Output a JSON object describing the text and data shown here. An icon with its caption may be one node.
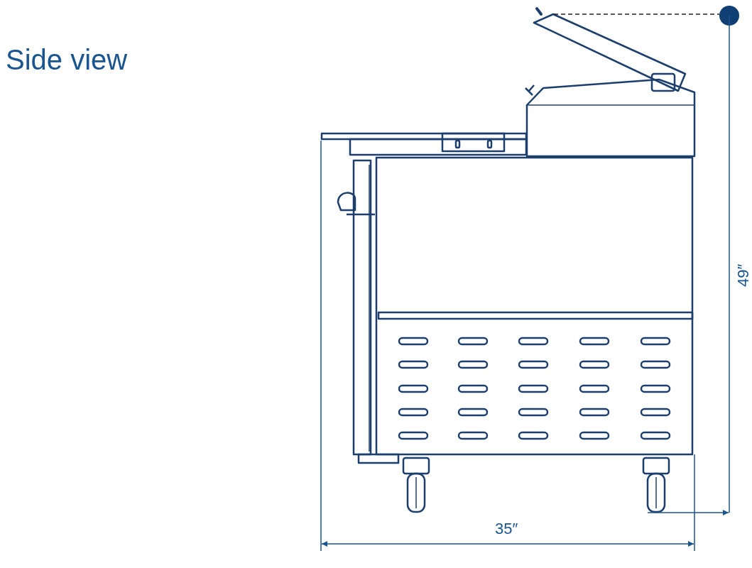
{
  "diagram": {
    "title": "Side view",
    "labels": [
      "49″",
      "35″"
    ]
  }
}
